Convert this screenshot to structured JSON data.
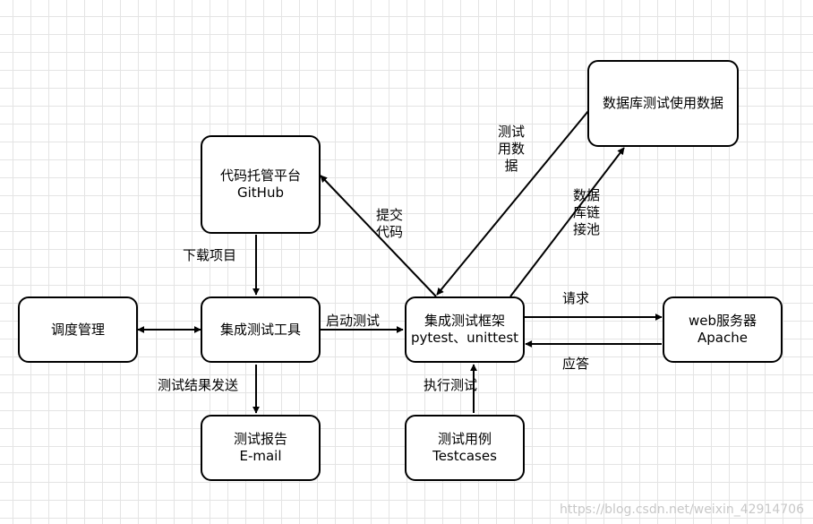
{
  "nodes": {
    "code_hosting": {
      "line1": "代码托管平台",
      "line2": "GitHub"
    },
    "db_data": {
      "line1": "数据库测试使用数据"
    },
    "scheduling": {
      "line1": "调度管理"
    },
    "integration_tool": {
      "line1": "集成测试工具"
    },
    "framework": {
      "line1": "集成测试框架",
      "line2": "pytest、unittest"
    },
    "web_server": {
      "line1": "web服务器",
      "line2": "Apache"
    },
    "report": {
      "line1": "测试报告",
      "line2": "E-mail"
    },
    "test_cases": {
      "line1": "测试用例",
      "line2": "Testcases"
    }
  },
  "edges": {
    "commit_code": [
      "提交",
      "代码"
    ],
    "download_project": "下载项目",
    "test_data": [
      "测试",
      "用数",
      "据"
    ],
    "db_pool": [
      "数据",
      "库链",
      "接池"
    ],
    "start_test": "启动测试",
    "request": "请求",
    "response": "应答",
    "send_result": "测试结果发送",
    "execute_test": "执行测试"
  },
  "watermark": "https://blog.csdn.net/weixin_42914706"
}
